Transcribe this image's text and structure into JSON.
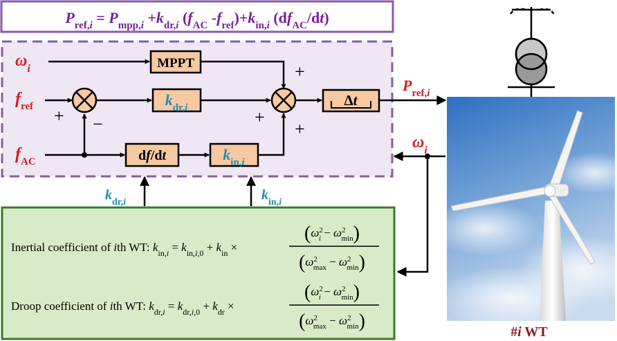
{
  "top_formula": {
    "lhs_main": "P",
    "lhs_sub": "ref,",
    "lhs_subi": "i",
    "eq": " = ",
    "p_main": "P",
    "p_sub": "mpp,",
    "p_subi": "i",
    "plus1": " +",
    "kdr_main": "k",
    "kdr_sub": "dr,",
    "kdr_subi": "i",
    "paren_open": " (",
    "f1_main": "f",
    "f1_sub": "AC",
    "minus": " -",
    "f2_main": "f",
    "f2_sub": "ref",
    "paren_close": ")+",
    "kin_main": "k",
    "kin_sub": "in,",
    "kin_subi": "i",
    "tail_open": " (d",
    "tail_f": "f",
    "tail_fsub": "AC",
    "tail_div": "/d",
    "tail_t": "t",
    "tail_close": ")"
  },
  "inputs": {
    "omega_main": "ω",
    "omega_sub": "i",
    "fref_main": "f",
    "fref_sub": "ref",
    "fac_main": "f",
    "fac_sub": "AC"
  },
  "blocks": {
    "mppt": "MPPT",
    "kdr_main": "k",
    "kdr_sub": "dr,",
    "kdr_subi": "i",
    "dfdt_d": "d",
    "dfdt_f": "f",
    "dfdt_rest": "/d",
    "dfdt_t": "t",
    "kin_main": "k",
    "kin_sub": "in,",
    "kin_subi": "i",
    "delay_delta": "Δ",
    "delay_t": "t"
  },
  "signs": {
    "plus": "+",
    "minus": "−"
  },
  "outputs": {
    "pref_main": "P",
    "pref_sub": "ref,",
    "pref_subi": "i",
    "omega_main": "ω",
    "omega_sub": "i"
  },
  "coeff_labels": {
    "kdr_main": "k",
    "kdr_sub": "dr,",
    "kdr_subi": "i",
    "kin_main": "k",
    "kin_sub": "in,",
    "kin_subi": "i"
  },
  "equations": {
    "inertial_label": "Inertial coefficient of ",
    "inertial_label_i": "i",
    "inertial_label_end": "th WT: ",
    "droop_label": "Droop coefficient of ",
    "droop_label_i": "i",
    "droop_label_end": "th WT: ",
    "k": "k",
    "in_sub": "in,",
    "in_sub_i": "i",
    "in0_sub": "in,",
    "in0_sub_i": "i",
    "in0_sub_end": ",0",
    "in_plain_sub": "in",
    "dr_sub": "dr,",
    "dr_sub_i": "i",
    "dr0_sub": "dr,",
    "dr0_sub_i": "i",
    "dr0_sub_end": ",0",
    "dr_plain_sub": "dr",
    "eq": " = ",
    "plus": " + ",
    "times": " ×",
    "omega": "ω",
    "sq": "2",
    "sub_i": "i",
    "sub_min": "min",
    "sub_max": "max",
    "minus": " − ",
    "lparen": "(",
    "rparen": ")"
  },
  "turbine_caption": {
    "hash": "#",
    "i": "i",
    "rest": " WT"
  },
  "colors": {
    "formula_border": "#8a5aa8",
    "dashed_border": "#8a5aa8",
    "dashed_fill": "#efe7f3",
    "block_fill": "#f6c9a3",
    "equation_border": "#3d7a2a",
    "equation_fill": "#d8ebc8",
    "red_text": "#d7191c",
    "teal_text": "#1f8fa8",
    "caption": "#8b1a1a"
  },
  "icons": {
    "summing_junction": "circled-x-icon",
    "transformer": "transformer-icon",
    "wind_turbine": "wind-turbine-photo"
  }
}
